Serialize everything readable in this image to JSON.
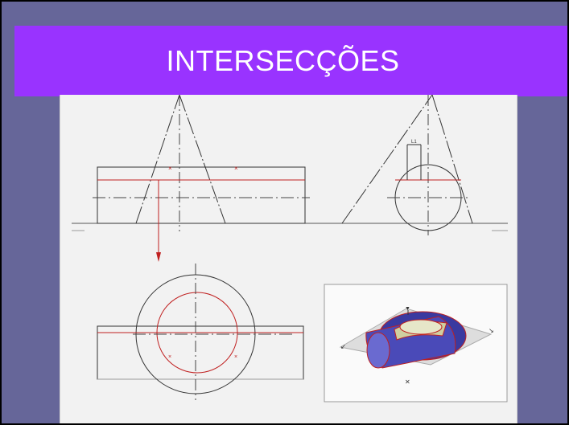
{
  "slide": {
    "title": "INTERSECÇÕES",
    "accent_color": "#9933ff",
    "background_color": "#666699"
  },
  "figure": {
    "projection_mark": "L1",
    "views": [
      "front-view",
      "side-view",
      "top-view",
      "isometric-view"
    ]
  }
}
